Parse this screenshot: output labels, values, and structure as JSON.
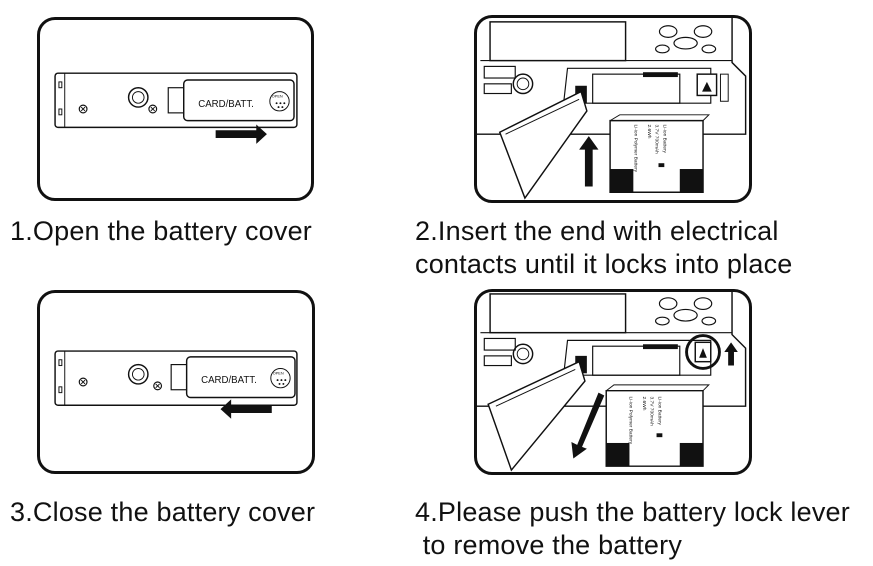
{
  "steps": [
    {
      "caption": "1.Open the battery cover",
      "cover_label": "CARD/BATT.",
      "open_label": "OPEN"
    },
    {
      "caption_line1": "2.Insert the end with electrical",
      "caption_line2": "contacts until it locks into place"
    },
    {
      "caption": "3.Close the battery cover",
      "cover_label": "CARD/BATT.",
      "open_label": "OPEN"
    },
    {
      "caption_line1": "4.Please push the battery lock lever",
      "caption_line2": " to remove the battery"
    }
  ],
  "battery_label_lines": [
    "Li-ion Battery",
    "3.7V 700mAh",
    "2.6Wh",
    "Li-ion Polymer Battery"
  ]
}
